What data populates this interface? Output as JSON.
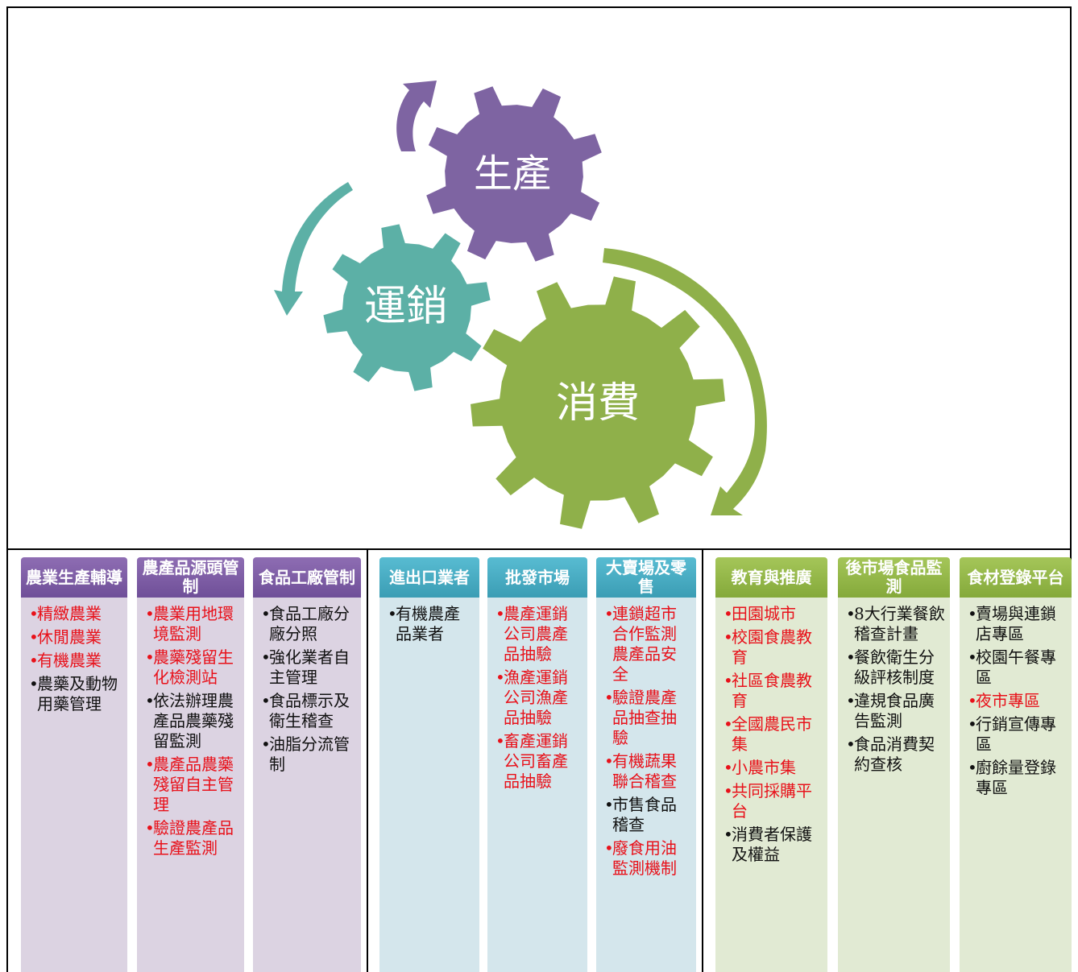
{
  "gears": {
    "production": "生產",
    "distribution": "運銷",
    "consumption": "消費"
  },
  "colors": {
    "production": "#7e64a2",
    "distribution": "#5cb0a6",
    "consumption": "#8fb04a",
    "red_text": "#e8111a"
  },
  "columns": [
    {
      "title": "農業生產輔導",
      "items": [
        {
          "text": "精緻農業",
          "red": true
        },
        {
          "text": "休閒農業",
          "red": true
        },
        {
          "text": "有機農業",
          "red": true
        },
        {
          "text": "農藥及動物用藥管理",
          "red": false
        }
      ]
    },
    {
      "title": "農產品源頭管制",
      "items": [
        {
          "text": "農業用地環境監測",
          "red": true
        },
        {
          "text": "農藥殘留生化檢測站",
          "red": true
        },
        {
          "text": "依法辦理農產品農藥殘留監測",
          "red": false
        },
        {
          "text": "農產品農藥殘留自主管理",
          "red": true
        },
        {
          "text": "驗證農產品生產監測",
          "red": true
        }
      ]
    },
    {
      "title": "食品工廠管制",
      "items": [
        {
          "text": "食品工廠分廠分照",
          "red": false
        },
        {
          "text": "強化業者自主管理",
          "red": false
        },
        {
          "text": "食品標示及衛生稽查",
          "red": false
        },
        {
          "text": "油脂分流管制",
          "red": false
        }
      ]
    },
    {
      "title": "進出口業者",
      "items": [
        {
          "text": "有機農產品業者",
          "red": false
        }
      ]
    },
    {
      "title": "批發市場",
      "items": [
        {
          "text": "農產運銷公司農產品抽驗",
          "red": true
        },
        {
          "text": "漁產運銷公司漁產品抽驗",
          "red": true
        },
        {
          "text": "畜產運銷公司畜產品抽驗",
          "red": true
        }
      ]
    },
    {
      "title": "大賣場及零售",
      "items": [
        {
          "text": "連鎖超市合作監測農產品安全",
          "red": true
        },
        {
          "text": "驗證農產品抽查抽驗",
          "red": true
        },
        {
          "text": "有機蔬果聯合稽查",
          "red": true
        },
        {
          "text": "市售食品稽查",
          "red": false
        },
        {
          "text": "廢食用油監測機制",
          "red": true
        }
      ]
    },
    {
      "title": "教育與推廣",
      "items": [
        {
          "text": "田園城市",
          "red": true
        },
        {
          "text": "校園食農教育",
          "red": true
        },
        {
          "text": "社區食農教育",
          "red": true
        },
        {
          "text": "全國農民市集",
          "red": true
        },
        {
          "text": "小農市集",
          "red": true
        },
        {
          "text": "共同採購平台",
          "red": true
        },
        {
          "text": "消費者保護及權益",
          "red": false
        }
      ]
    },
    {
      "title": "後市場食品監測",
      "items": [
        {
          "text": "8大行業餐飲稽查計畫",
          "red": false
        },
        {
          "text": "餐飲衛生分級評核制度",
          "red": false
        },
        {
          "text": "違規食品廣告監測",
          "red": false
        },
        {
          "text": "食品消費契約查核",
          "red": false
        }
      ]
    },
    {
      "title": "食材登錄平台",
      "items": [
        {
          "text": "賣場與連鎖店專區",
          "red": false
        },
        {
          "text": "校園午餐專區",
          "red": false
        },
        {
          "text": "夜市專區",
          "red": true
        },
        {
          "text": "行銷宣傳專區",
          "red": false
        },
        {
          "text": "廚餘量登錄專區",
          "red": false
        }
      ]
    }
  ]
}
